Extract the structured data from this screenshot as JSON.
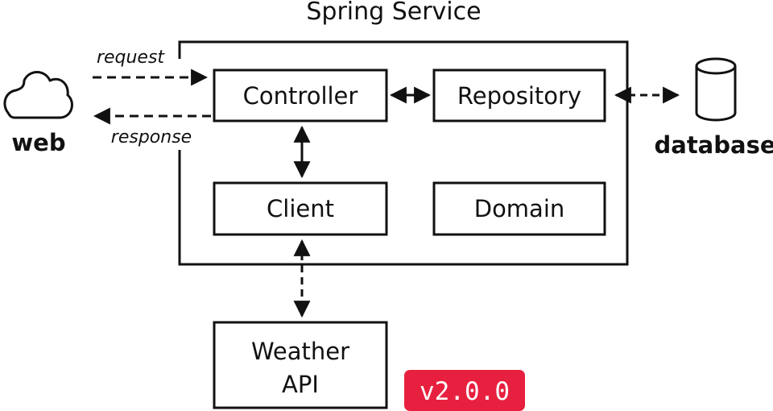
{
  "diagram": {
    "title": "Spring Service",
    "components": {
      "controller": "Controller",
      "repository": "Repository",
      "client": "Client",
      "domain": "Domain"
    },
    "external": {
      "web": "web",
      "database": "database",
      "weather_api_line1": "Weather",
      "weather_api_line2": "API"
    },
    "flows": {
      "request": "request",
      "response": "response"
    },
    "badge": {
      "label": "v2.0.0",
      "color": "#e8203f"
    }
  }
}
